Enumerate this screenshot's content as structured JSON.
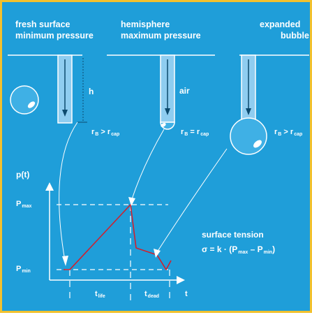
{
  "stages": [
    {
      "title": "fresh surface",
      "subtitle": "minimum pressure",
      "radius_label": "r",
      "radius_sub": "B",
      "relation": ">",
      "cap_label": "r",
      "cap_sub": "cap"
    },
    {
      "title": "hemisphere",
      "subtitle": "maximum pressure",
      "radius_label": "r",
      "radius_sub": "B",
      "relation": "=",
      "cap_label": "r",
      "cap_sub": "cap"
    },
    {
      "title": "expanded",
      "subtitle": "bubble",
      "radius_label": "r",
      "radius_sub": "B",
      "relation": ">",
      "cap_label": "r",
      "cap_sub": "cap"
    }
  ],
  "labels": {
    "immersion_depth": "h",
    "gas": "air"
  },
  "chart": {
    "y_axis": "p(t)",
    "p_max": "P",
    "p_max_sub": "max",
    "p_min": "P",
    "p_min_sub": "min",
    "x_axis": "t",
    "t_life": "t",
    "t_life_sub": "life",
    "t_dead": "t",
    "t_dead_sub": "dead"
  },
  "formula": {
    "title": "surface tension",
    "lhs": "σ = k · (P",
    "max_sub": "max",
    "minus": " – P",
    "min_sub": "min",
    "rhs": ")"
  },
  "colors": {
    "background": "#1f9ed9",
    "border": "#f2c12e",
    "curve": "#d0202e",
    "ink": "#ffffff",
    "capillary": "#8fcdf0",
    "bubble": "#3fb0e5"
  }
}
